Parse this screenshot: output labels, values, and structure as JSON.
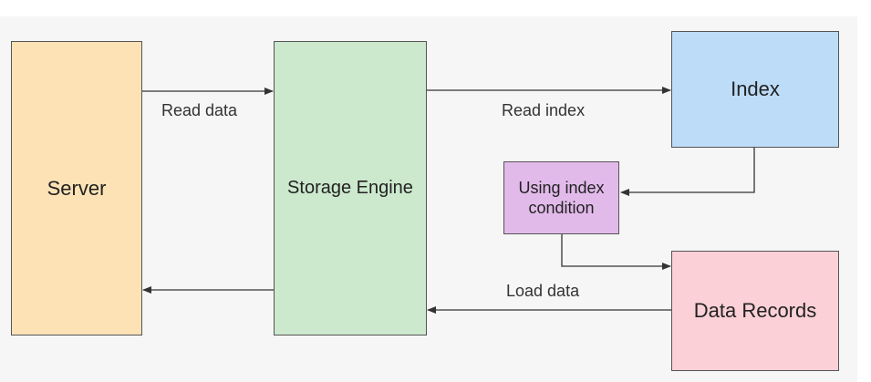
{
  "diagram": {
    "nodes": {
      "server": {
        "label": "Server",
        "color": "#fde2b6"
      },
      "storage_engine": {
        "label": "Storage Engine",
        "color": "#cce8cd"
      },
      "index": {
        "label": "Index",
        "color": "#bcdcf8"
      },
      "icp": {
        "label": "Using index condition",
        "color": "#e2baea"
      },
      "data_records": {
        "label": "Data Records",
        "color": "#fbd0d7"
      }
    },
    "edges": {
      "read_data": {
        "label": "Read data",
        "from": "Server",
        "to": "Storage Engine"
      },
      "read_index": {
        "label": "Read index",
        "from": "Storage Engine",
        "to": "Index"
      },
      "index_to_icp": {
        "from": "Index",
        "to": "Using index condition"
      },
      "icp_to_records": {
        "from": "Using index condition",
        "to": "Data Records"
      },
      "load_data": {
        "label": "Load data",
        "from": "Data Records",
        "to": "Storage Engine"
      },
      "return_to_server": {
        "from": "Storage Engine",
        "to": "Server"
      }
    }
  }
}
